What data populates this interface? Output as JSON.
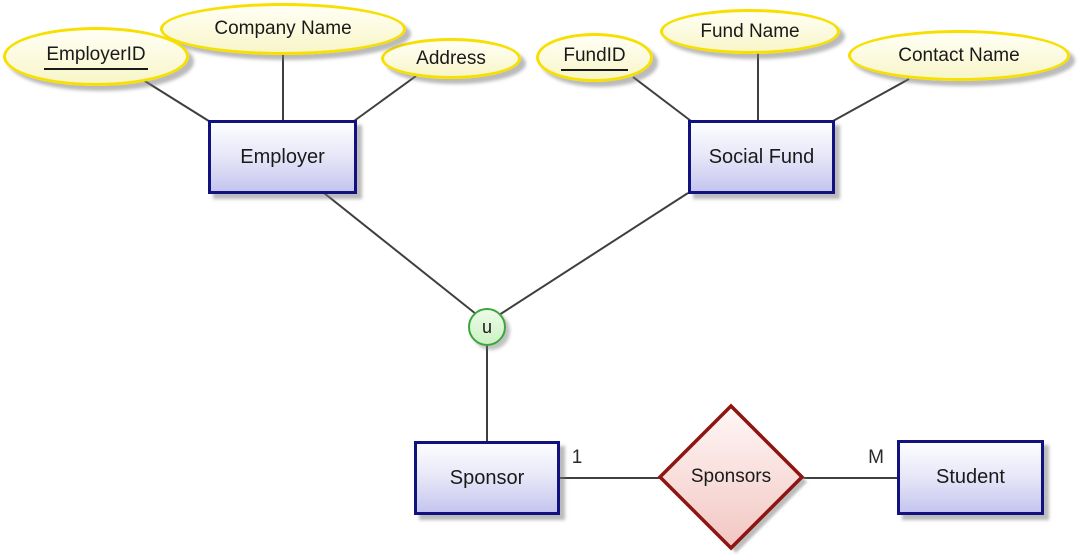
{
  "attributes": [
    {
      "label": "EmployerID",
      "key": true,
      "attached_to": "Employer"
    },
    {
      "label": "Company Name",
      "key": false,
      "attached_to": "Employer"
    },
    {
      "label": "Address",
      "key": false,
      "attached_to": "Employer"
    },
    {
      "label": "FundID",
      "key": true,
      "attached_to": "Social Fund"
    },
    {
      "label": "Fund Name",
      "key": false,
      "attached_to": "Social Fund"
    },
    {
      "label": "Contact Name",
      "key": false,
      "attached_to": "Social Fund"
    }
  ],
  "entities": [
    {
      "label": "Employer"
    },
    {
      "label": "Social Fund"
    },
    {
      "label": "Sponsor"
    },
    {
      "label": "Student"
    }
  ],
  "relationships": [
    {
      "label": "Sponsors",
      "from": "Sponsor",
      "to": "Student"
    }
  ],
  "symbols": {
    "union": "u"
  },
  "cardinalities": [
    {
      "label": "1",
      "side": "Sponsor"
    },
    {
      "label": "M",
      "side": "Student"
    }
  ],
  "colors": {
    "attribute_border": "#F7DF00",
    "attribute_fill": "#F8F6CA",
    "entity_border": "#12127E",
    "entity_fill": "#C5C5EF",
    "relationship_border": "#8D1512",
    "relationship_fill": "#F2C6C1",
    "union_border": "#3DA53D",
    "union_fill": "#CDF2C6",
    "connector": "#3F3F3F"
  }
}
